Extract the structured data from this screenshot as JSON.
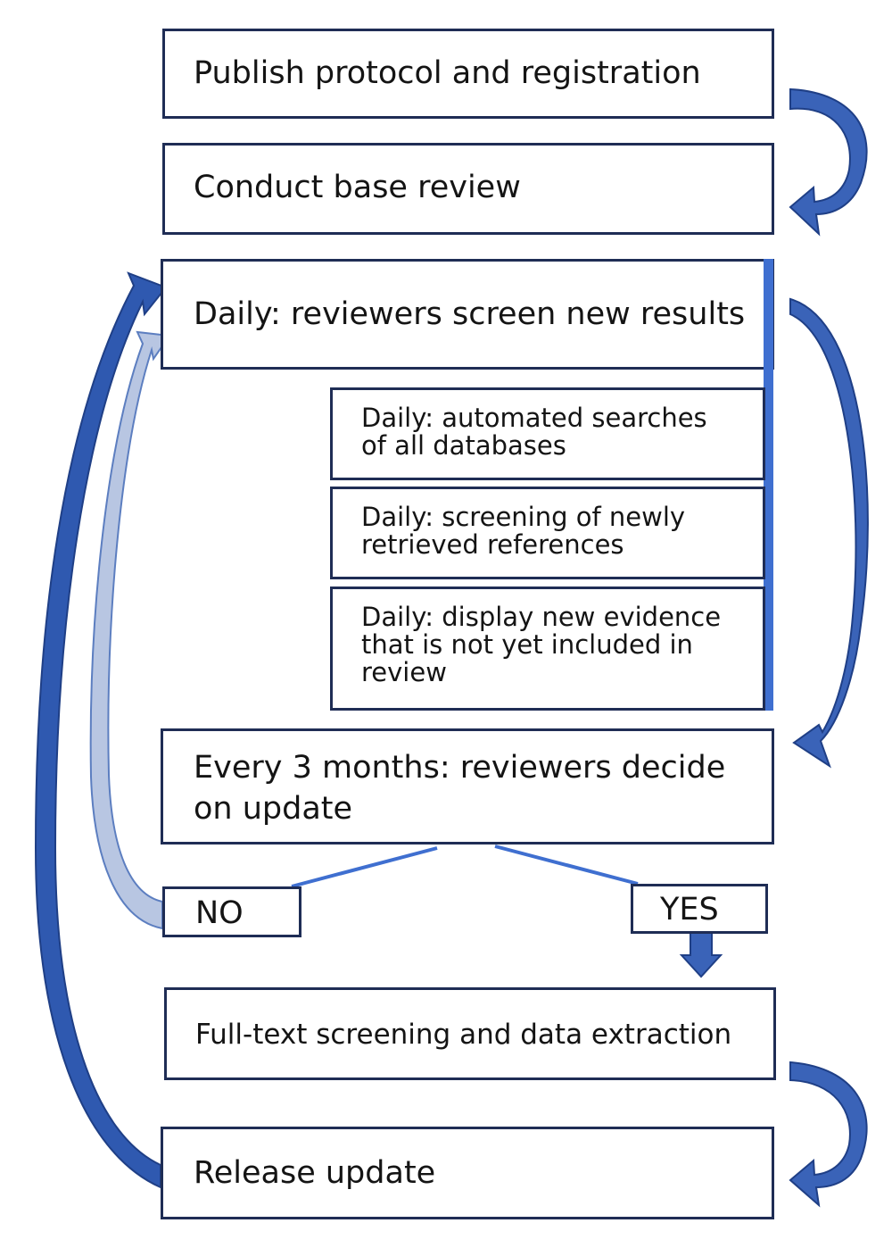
{
  "steps": {
    "publish": "Publish protocol and registration",
    "conduct": "Conduct base review",
    "daily_screen": "Daily: reviewers screen new results",
    "daily_searches": "Daily: automated searches\nof all databases",
    "daily_screening": "Daily: screening of newly\nretrieved references",
    "daily_display": "Daily: display new evidence\nthat is not yet included in\nreview",
    "decide": "Every 3 months: reviewers decide\non update",
    "no": "NO",
    "yes": "YES",
    "fulltext": "Full-text screening and data extraction",
    "release": "Release update"
  },
  "colors": {
    "box_border": "#1f2d55",
    "arrow": "#3a63b8",
    "arrow_dark": "#1f3f86",
    "arrow_light": "#a9bbdc",
    "accent_bar": "#3f6fd0"
  }
}
